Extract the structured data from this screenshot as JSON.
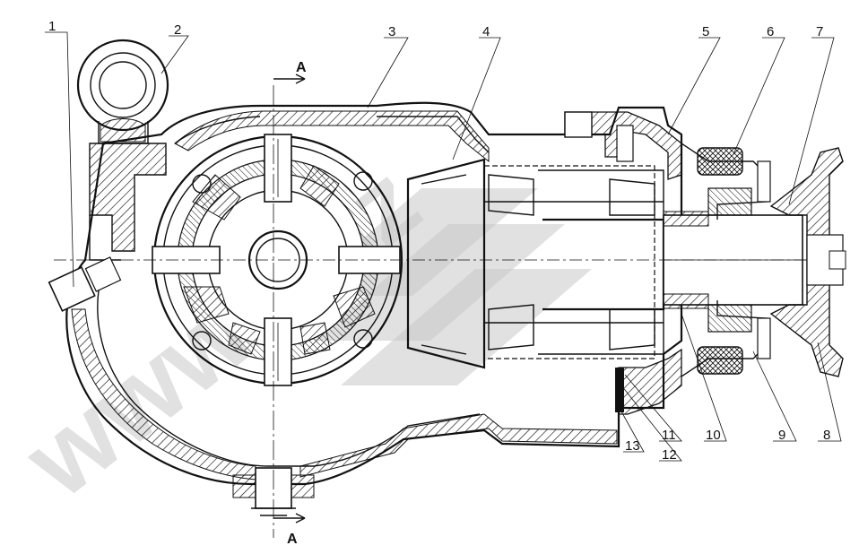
{
  "callouts": [
    {
      "num": "1"
    },
    {
      "num": "2"
    },
    {
      "num": "3"
    },
    {
      "num": "4"
    },
    {
      "num": "5"
    },
    {
      "num": "6"
    },
    {
      "num": "7"
    },
    {
      "num": "8"
    },
    {
      "num": "9"
    },
    {
      "num": "10"
    },
    {
      "num": "11"
    },
    {
      "num": "12"
    },
    {
      "num": "13"
    }
  ],
  "section_marker": {
    "label": "A"
  },
  "watermark": {
    "text": "www.tmz"
  }
}
